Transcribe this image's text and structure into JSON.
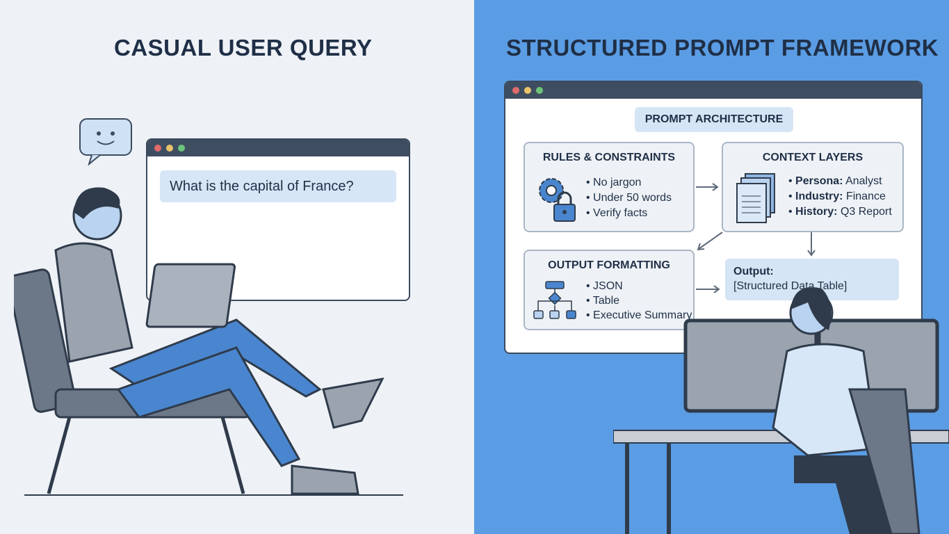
{
  "left": {
    "title": "CASUAL USER QUERY",
    "chat_message": "What is the capital of France?"
  },
  "right": {
    "title": "STRUCTURED PROMPT FRAMEWORK",
    "architecture_label": "PROMPT ARCHITECTURE",
    "rules": {
      "title": "RULES & CONSTRAINTS",
      "items": [
        "No jargon",
        "Under 50 words",
        "Verify facts"
      ]
    },
    "context": {
      "title": "CONTEXT LAYERS",
      "items": [
        {
          "k": "Persona:",
          "v": " Analyst"
        },
        {
          "k": "Industry:",
          "v": " Finance"
        },
        {
          "k": "History:",
          "v": " Q3 Report"
        }
      ]
    },
    "formatting": {
      "title": "OUTPUT FORMATTING",
      "items": [
        "JSON",
        "Table",
        "Executive Summary"
      ]
    },
    "output": {
      "label": "Output:",
      "value": "[Structured Data Table]"
    }
  },
  "colors": {
    "navy": "#1f2f47",
    "blue": "#5b9de4",
    "light": "#eef2f6"
  }
}
